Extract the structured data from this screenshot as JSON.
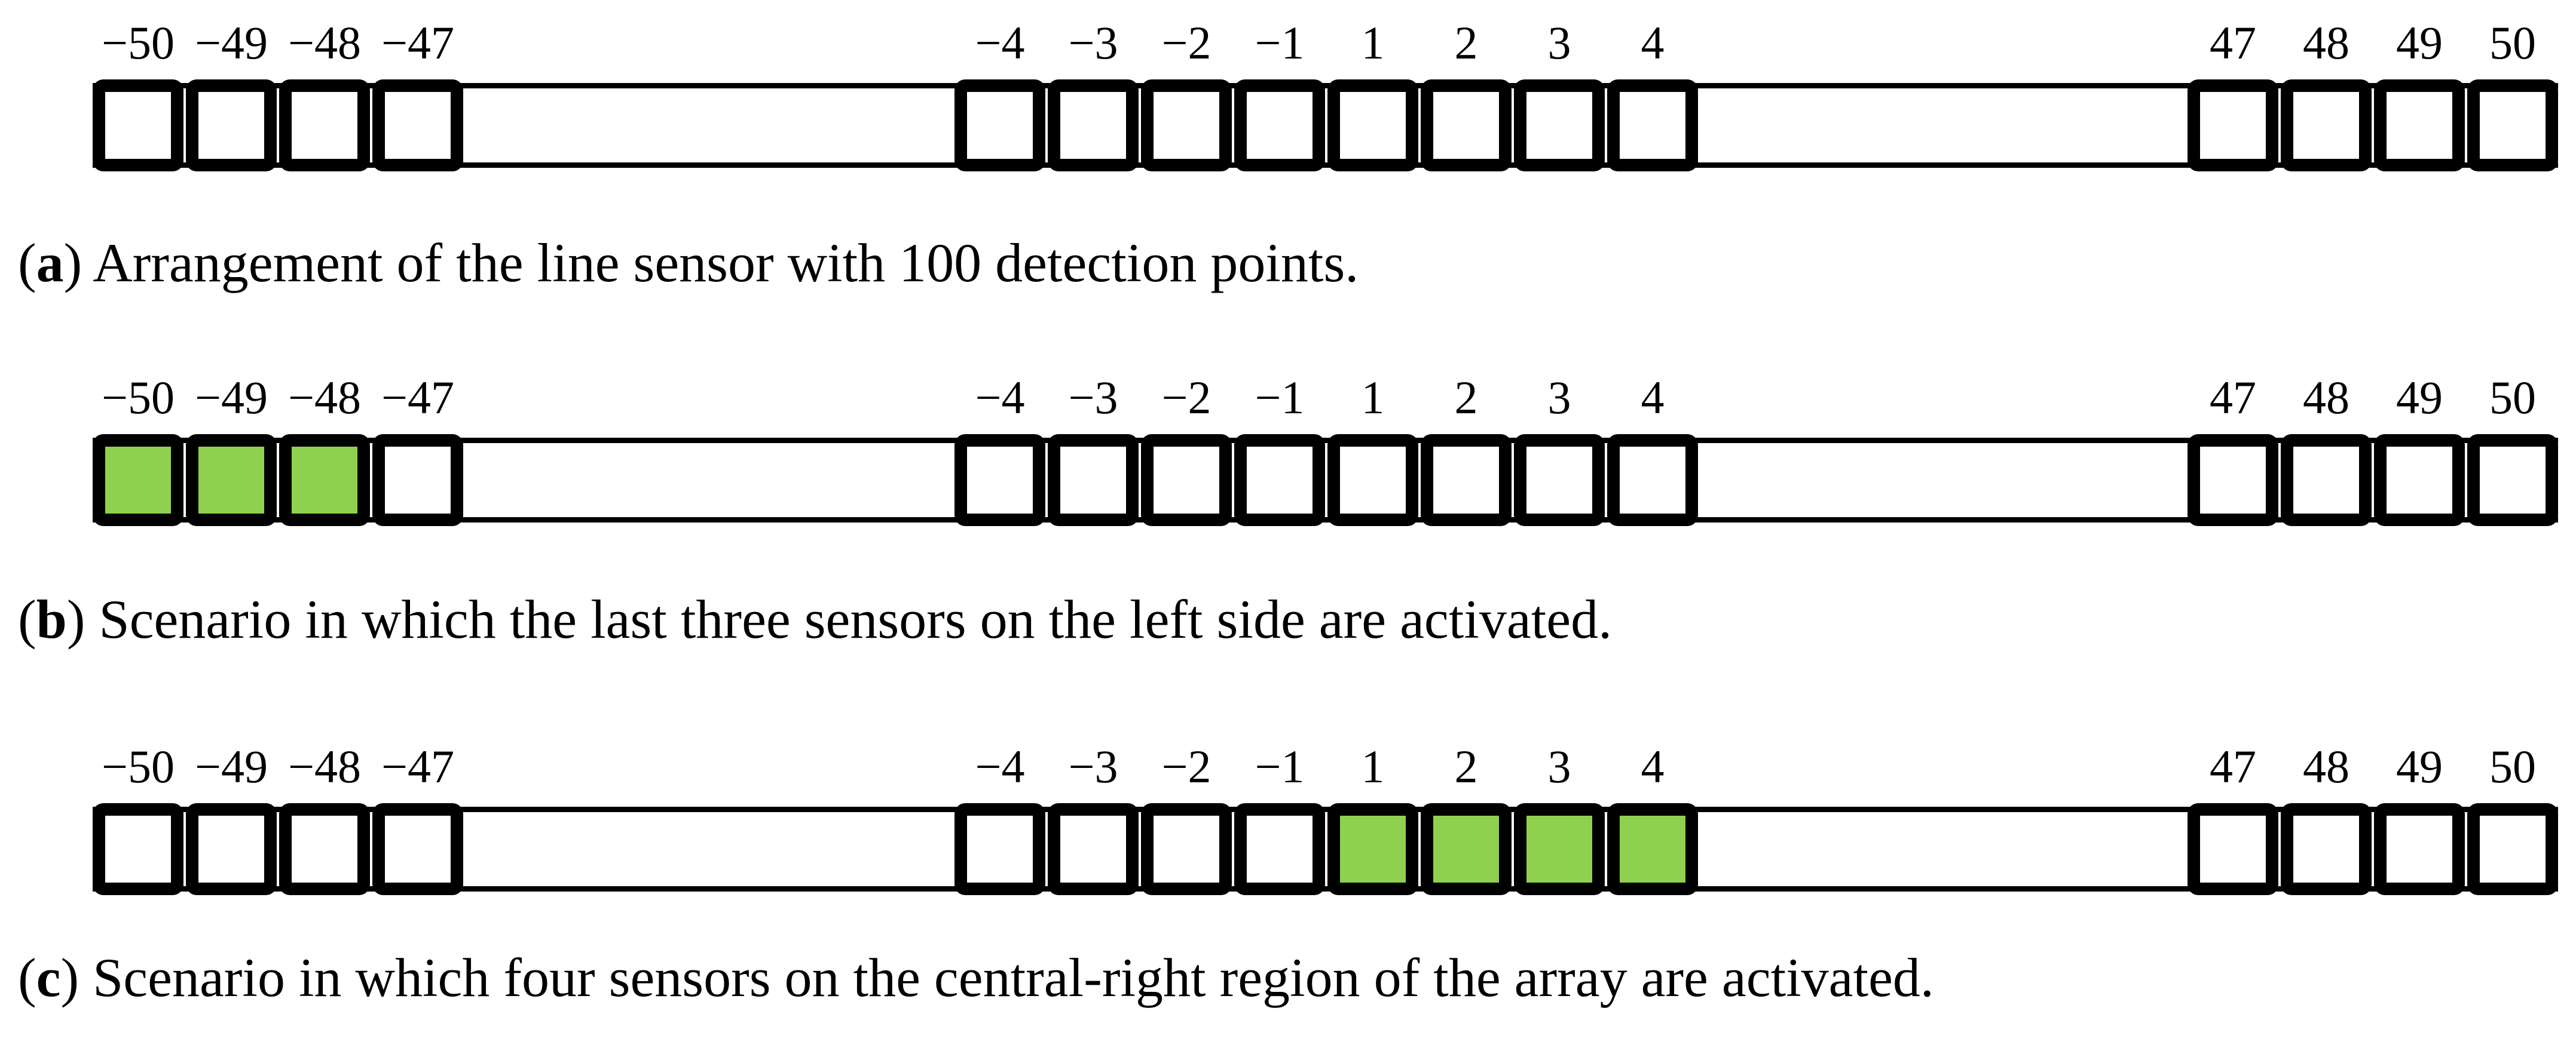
{
  "figure": {
    "background": "#ffffff",
    "colors": {
      "box_border": "#000000",
      "rail": "#000000",
      "active_fill": "#8FD14F",
      "inactive_fill": "#ffffff",
      "text": "#000000"
    },
    "panels": [
      {
        "id": "a",
        "caption": {
          "open": "(",
          "letter": "a",
          "close": ") ",
          "text": "Arrangement of the line sensor with 100 detection points."
        },
        "groups": [
          {
            "side": "left",
            "labels": [
              "−50",
              "−49",
              "−48",
              "−47"
            ],
            "active": [
              false,
              false,
              false,
              false
            ]
          },
          {
            "side": "middle",
            "labels": [
              "−4",
              "−3",
              "−2",
              "−1",
              "1",
              "2",
              "3",
              "4"
            ],
            "active": [
              false,
              false,
              false,
              false,
              false,
              false,
              false,
              false
            ]
          },
          {
            "side": "right",
            "labels": [
              "47",
              "48",
              "49",
              "50"
            ],
            "active": [
              false,
              false,
              false,
              false
            ]
          }
        ]
      },
      {
        "id": "b",
        "caption": {
          "open": "(",
          "letter": "b",
          "close": ") ",
          "text": "Scenario in which the last three sensors on the left side are activated."
        },
        "groups": [
          {
            "side": "left",
            "labels": [
              "−50",
              "−49",
              "−48",
              "−47"
            ],
            "active": [
              true,
              true,
              true,
              false
            ]
          },
          {
            "side": "middle",
            "labels": [
              "−4",
              "−3",
              "−2",
              "−1",
              "1",
              "2",
              "3",
              "4"
            ],
            "active": [
              false,
              false,
              false,
              false,
              false,
              false,
              false,
              false
            ]
          },
          {
            "side": "right",
            "labels": [
              "47",
              "48",
              "49",
              "50"
            ],
            "active": [
              false,
              false,
              false,
              false
            ]
          }
        ]
      },
      {
        "id": "c",
        "caption": {
          "open": "(",
          "letter": "c",
          "close": ") ",
          "text": "Scenario in which four sensors on the central-right region of the array are activated."
        },
        "groups": [
          {
            "side": "left",
            "labels": [
              "−50",
              "−49",
              "−48",
              "−47"
            ],
            "active": [
              false,
              false,
              false,
              false
            ]
          },
          {
            "side": "middle",
            "labels": [
              "−4",
              "−3",
              "−2",
              "−1",
              "1",
              "2",
              "3",
              "4"
            ],
            "active": [
              false,
              false,
              false,
              false,
              true,
              true,
              true,
              true
            ]
          },
          {
            "side": "right",
            "labels": [
              "47",
              "48",
              "49",
              "50"
            ],
            "active": [
              false,
              false,
              false,
              false
            ]
          }
        ]
      }
    ]
  }
}
